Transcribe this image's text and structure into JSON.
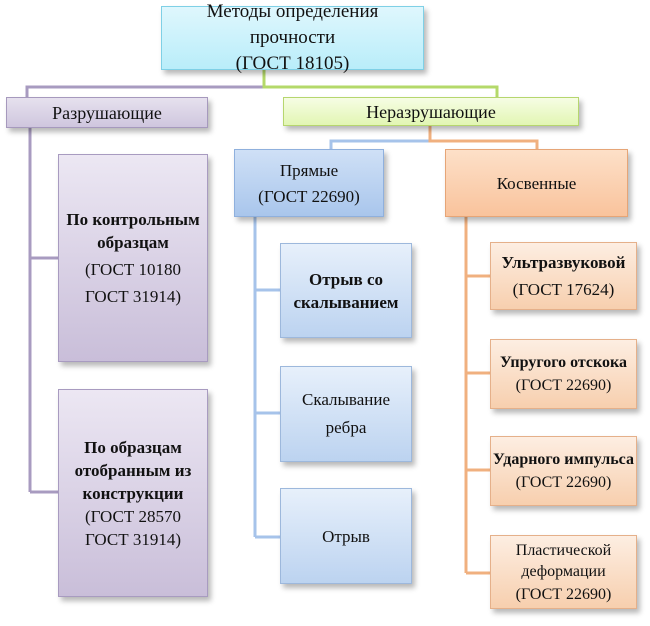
{
  "root": {
    "line1": "Методы определения прочности",
    "line2": "(ГОСТ 18105)"
  },
  "destructive": {
    "title": "Разрушающие",
    "items": [
      {
        "bold": "По контрольным образцам",
        "line1": "(ГОСТ 10180",
        "line2": "ГОСТ 31914)"
      },
      {
        "bold": "По образцам отобранным из конструкции",
        "line1": "(ГОСТ 28570",
        "line2": "ГОСТ 31914)"
      }
    ]
  },
  "nondestructive": {
    "title": "Неразрушающие",
    "direct": {
      "line1": "Прямые",
      "line2": "(ГОСТ 22690)",
      "items": [
        {
          "bold": "Отрыв со скалыванием"
        },
        {
          "text": "Скалывание ребра"
        },
        {
          "text": "Отрыв"
        }
      ]
    },
    "indirect": {
      "title": "Косвенные",
      "items": [
        {
          "bold": "Ультразвуковой",
          "gost": "(ГОСТ 17624)"
        },
        {
          "bold": "Упругого отскока",
          "gost": "(ГОСТ 22690)"
        },
        {
          "bold": "Ударного импульса",
          "gost": "(ГОСТ 22690)"
        },
        {
          "text": "Пластической деформации",
          "gost": "(ГОСТ 22690)"
        }
      ]
    }
  },
  "colors": {
    "root": "#c9f1fb",
    "destructive": "#d9d2e5",
    "nondestructive": "#ebf9c8",
    "direct": "#b8d0f0",
    "indirect": "#fbd2b4",
    "line_purple": "#a89bc0",
    "line_green": "#b4d96a",
    "line_blue": "#a6c3ea",
    "line_orange": "#f0b07f"
  }
}
